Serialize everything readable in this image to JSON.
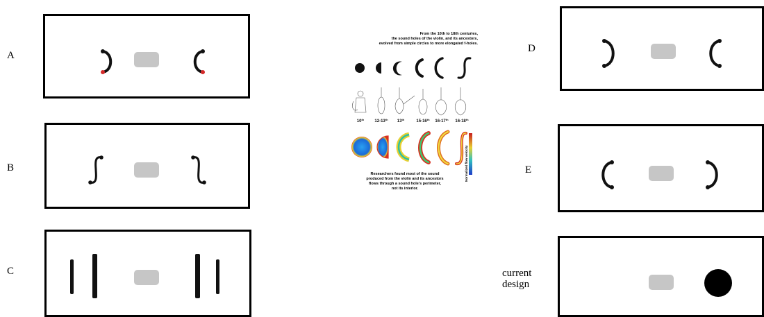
{
  "panels": {
    "A": {
      "label": "A"
    },
    "B": {
      "label": "B"
    },
    "C": {
      "label": "C"
    },
    "D": {
      "label": "D"
    },
    "E": {
      "label": "E"
    },
    "current": {
      "label_line1": "current",
      "label_line2": "design"
    }
  },
  "infographic": {
    "top_text": [
      "From the 10th to 18th centuries,",
      "the sound holes of the violin, and its ancestors,",
      "evolved from simple circles to more elongated f-holes."
    ],
    "era_labels": [
      "10",
      "12-13",
      "13",
      "15-16",
      "16-17",
      "16-18"
    ],
    "era_suffix": "th",
    "bottom_text": [
      "Researchers found most of the sound",
      "produced from the violin and its ancestors",
      "flows through a sound hole's perimeter,",
      "not its interior."
    ],
    "colorbar_label": "Normalized flow velocity"
  },
  "colors": {
    "hole": "#111111",
    "center_rect": "#c6c6c6",
    "red_tip": "#d42a2a",
    "colorbar_top": "#c81e1e",
    "colorbar_bottom": "#1e3cc8"
  }
}
